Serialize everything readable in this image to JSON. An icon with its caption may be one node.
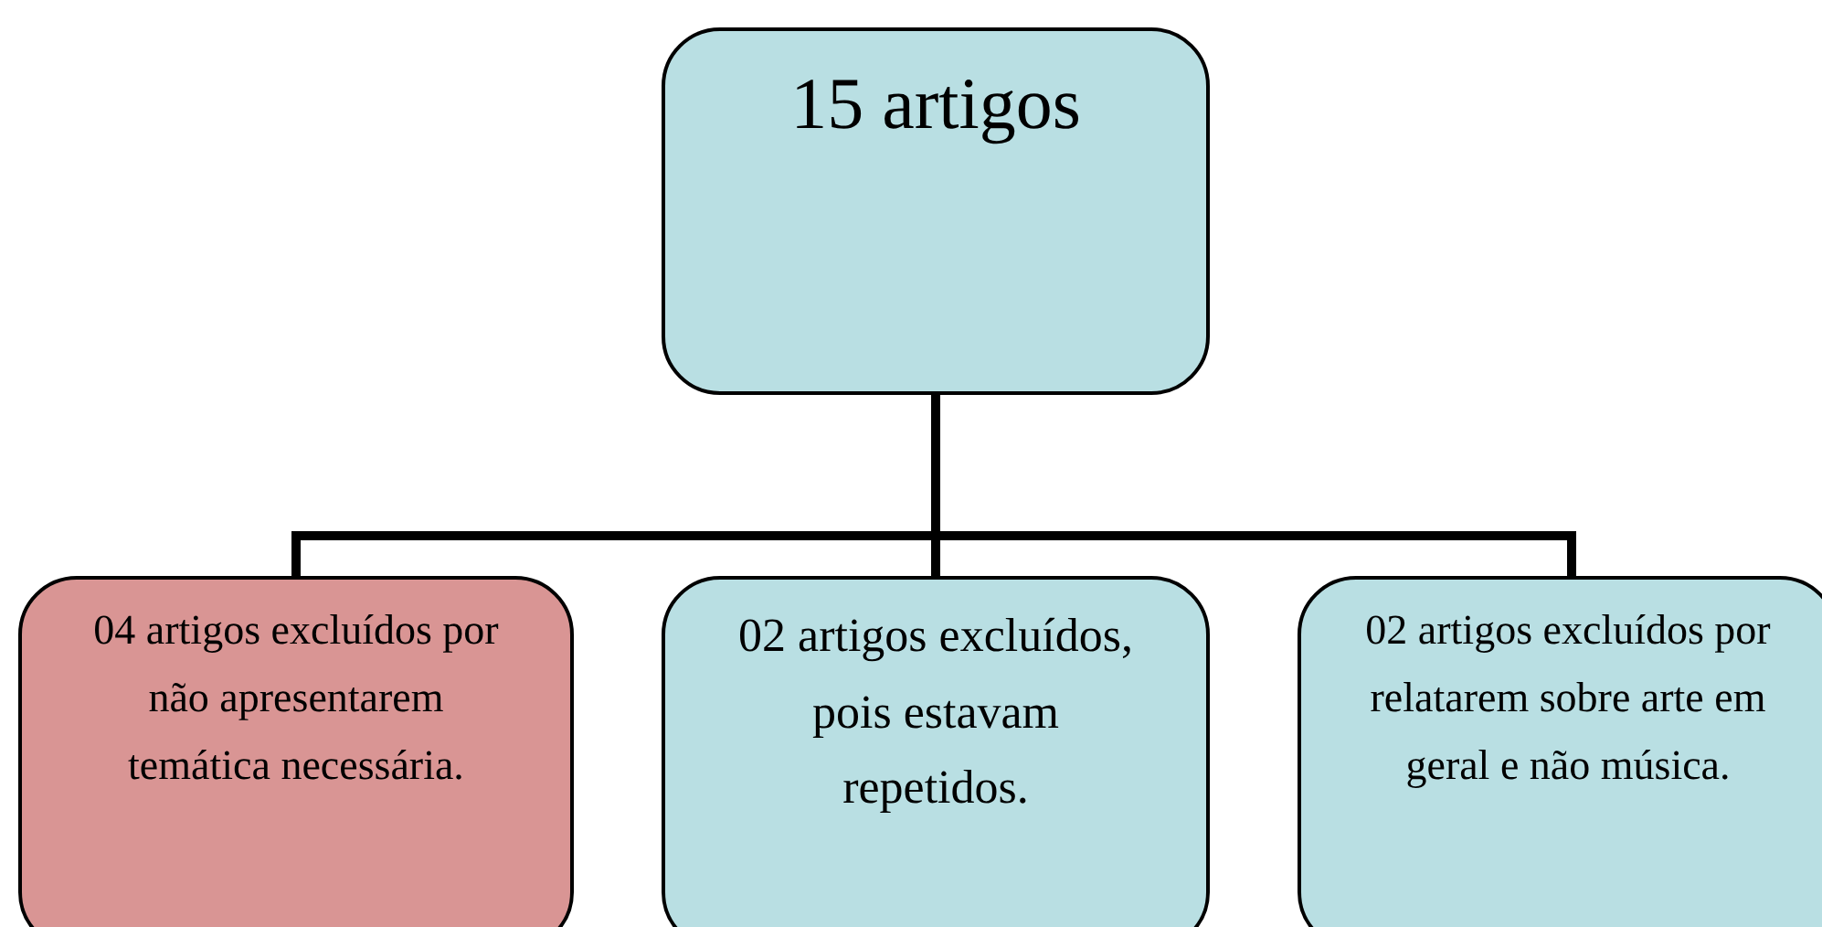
{
  "diagram": {
    "nodes": [
      {
        "text": [
          "15 artigos"
        ]
      },
      {
        "text": [
          "04 artigos excluídos por não apresentarem temática necessária."
        ]
      },
      {
        "text": [
          "02 artigos excluídos, pois estavam repetidos."
        ]
      },
      {
        "text": [
          "02 artigos excluídos por relatarem sobre arte em geral e não música."
        ]
      }
    ],
    "edges": [
      {
        "from": 0,
        "to": 1,
        "arrow": "none"
      },
      {
        "from": 0,
        "to": 2,
        "arrow": "none"
      },
      {
        "from": 0,
        "to": 3,
        "arrow": "none"
      }
    ]
  }
}
